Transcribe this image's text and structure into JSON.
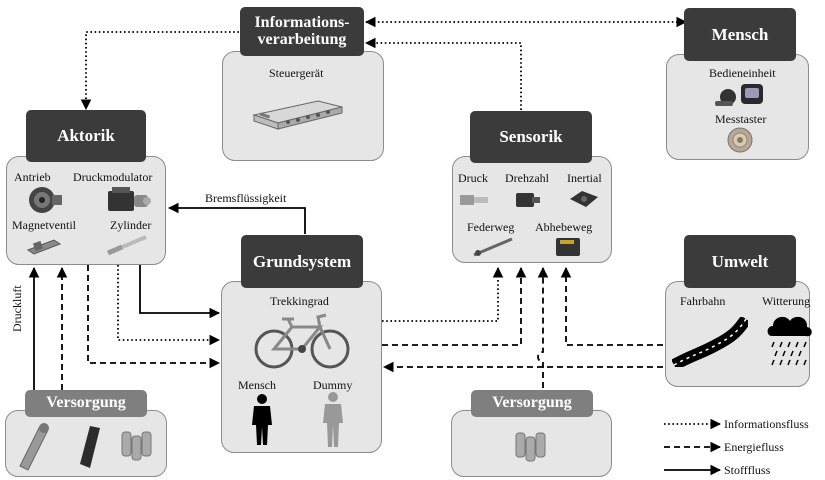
{
  "blocks": {
    "informationsverarbeitung": {
      "title": "Informations-\nverarbeitung",
      "items": {
        "steuergeraet": "Steuergerät"
      }
    },
    "mensch": {
      "title": "Mensch",
      "items": {
        "bedieneinheit": "Bedieneinheit",
        "messtaster": "Messtaster"
      }
    },
    "aktorik": {
      "title": "Aktorik",
      "items": {
        "antrieb": "Antrieb",
        "druckmodulator": "Druckmodulator",
        "magnetventil": "Magnetventil",
        "zylinder": "Zylinder"
      }
    },
    "sensorik": {
      "title": "Sensorik",
      "items": {
        "druck": "Druck",
        "drehzahl": "Drehzahl",
        "inertial": "Inertial",
        "federweg": "Federweg",
        "abhebeweg": "Abhebeweg"
      }
    },
    "grundsystem": {
      "title": "Grundsystem",
      "items": {
        "trekkingrad": "Trekkingrad",
        "mensch": "Mensch",
        "dummy": "Dummy"
      }
    },
    "umwelt": {
      "title": "Umwelt",
      "items": {
        "fahrbahn": "Fahrbahn",
        "witterung": "Witterung"
      }
    },
    "versorgung_left": {
      "title": "Versorgung"
    },
    "versorgung_right": {
      "title": "Versorgung"
    }
  },
  "edge_labels": {
    "bremsfluessigkeit": "Bremsflüssigkeit",
    "druckluft": "Druckluft"
  },
  "legend": {
    "informationsfluss": "Informationsfluss",
    "energiefluss": "Energiefluss",
    "stofffluss": "Stofffluss"
  },
  "colors": {
    "header_dark": "#3b3b3b",
    "header_light": "#7f7f7f",
    "box_fill": "#e6e6e6"
  },
  "icons": [
    "control-unit-icon",
    "operating-unit-icon",
    "probe-icon",
    "motor-icon",
    "pressure-modulator-icon",
    "solenoid-valve-icon",
    "cylinder-icon",
    "pressure-sensor-icon",
    "speed-sensor-icon",
    "inertial-sensor-icon",
    "travel-sensor-icon",
    "lift-sensor-icon",
    "bicycle-icon",
    "person-icon",
    "dummy-icon",
    "road-icon",
    "rain-cloud-icon",
    "battery-pack-icon"
  ]
}
